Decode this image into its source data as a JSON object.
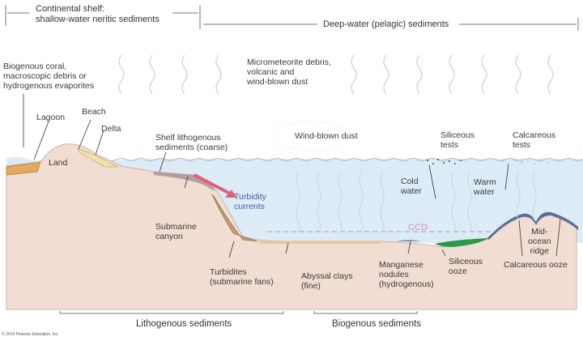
{
  "header": {
    "continental_shelf": "Continental shelf:\nshallow-water neritic sediments",
    "deep_water": "Deep-water (pelagic) sediments"
  },
  "labels": {
    "biogenous_coral": "Biogenous coral,\nmacroscopic debris or\nhydrogenous evaporites",
    "micrometeorite": "Micrometeorite debris,\nvolcanic and\nwind-blown dust",
    "lagoon": "Lagoon",
    "beach": "Beach",
    "delta": "Delta",
    "land": "Land",
    "shelf_lithogenous": "Shelf lithogenous\nsediments (coarse)",
    "wind_blown_dust": "Wind-blown dust",
    "siliceous_tests": "Siliceous\ntests",
    "calcareous_tests": "Calcareous\ntests",
    "cold_water": "Cold\nwater",
    "warm_water": "Warm\nwater",
    "turbidity_currents": "Turbidity\ncurrents",
    "submarine_canyon": "Submarine\ncanyon",
    "ccd": "CCD",
    "turbidites": "Turbidites\n(submarine fans)",
    "abyssal_clays": "Abyssal clays\n(fine)",
    "manganese_nodules": "Manganese\nnodules\n(hydrogenous)",
    "siliceous_ooze": "Siliceous\nooze",
    "mid_ocean_ridge": "Mid-\nocean\nridge",
    "calcareous_ooze": "Calcareous ooze"
  },
  "footer": {
    "lithogenous": "Lithogenous sediments",
    "biogenous": "Biogenous sediments",
    "copyright": "© 2014 Pearson Education, Inc."
  },
  "colors": {
    "land": "#f2ddd3",
    "water": "#dcebf5",
    "turbidity_arrow": "#e0607a",
    "siliceous_ooze": "#2a9a4a",
    "calcareous_ooze": "#5a6f98",
    "ccd": "#d98cbf",
    "abyssal_clay": "#e8c98a"
  }
}
